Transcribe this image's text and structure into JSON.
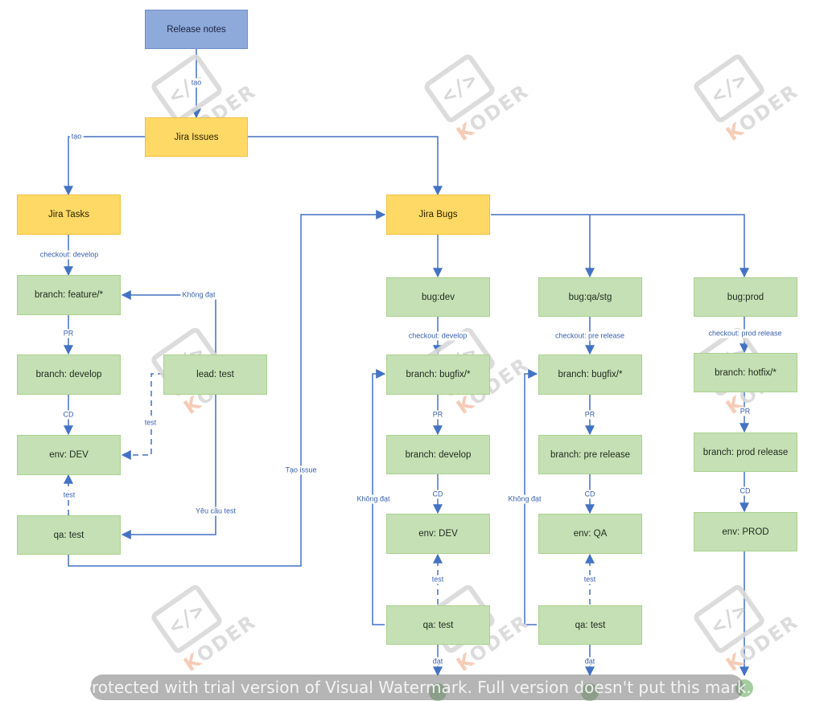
{
  "nodes": {
    "release_notes": "Release notes",
    "jira_issues": "Jira Issues",
    "jira_tasks": "Jira Tasks",
    "jira_bugs": "Jira Bugs",
    "branch_feature": "branch: feature/*",
    "branch_develop_task": "branch: develop",
    "env_dev_task": "env: DEV",
    "qa_test_task": "qa: test",
    "lead_test": "lead: test",
    "bug_dev": "bug:dev",
    "bugfix_dev": "branch: bugfix/*",
    "branch_develop_bug": "branch: develop",
    "env_dev_bug": "env: DEV",
    "qa_test_bug_dev": "qa: test",
    "bug_qa_stg": "bug:qa/stg",
    "bugfix_qa": "branch: bugfix/*",
    "branch_pre_release": "branch: pre release",
    "env_qa": "env: QA",
    "qa_test_bug_qa": "qa: test",
    "bug_prod": "bug:prod",
    "hotfix": "branch: hotfix/*",
    "branch_prod_release": "branch: prod release",
    "env_prod": "env: PROD"
  },
  "edge_labels": {
    "tao_1": "tạo",
    "tao_2": "tạo",
    "checkout_develop_task": "checkout: develop",
    "pr_task": "PR",
    "cd_task": "CD",
    "khong_dat_task": "Không đạt",
    "test_lead": "test",
    "test_qa_task": "test",
    "yeu_cau_test": "Yêu cầu test",
    "tao_issue": "Tạo issue",
    "checkout_develop_bug": "checkout: develop",
    "pr_bug_dev": "PR",
    "cd_bug_dev": "CD",
    "test_bug_dev": "test",
    "khong_dat_bug_dev": "Không đạt",
    "dat_bug_dev": "đạt",
    "checkout_pre_release": "checkout: pre release",
    "pr_bug_qa": "PR",
    "cd_bug_qa": "CD",
    "test_bug_qa": "test",
    "khong_dat_bug_qa": "Không đạt",
    "dat_bug_qa": "đạt",
    "checkout_prod_release": "checkout: prod release",
    "pr_prod": "PR",
    "cd_prod": "CD"
  },
  "watermark": {
    "brand": "KODER",
    "code_glyph": "</>",
    "trial_banner": "Protected with trial version of Visual Watermark. Full version doesn't put this mark."
  },
  "colors": {
    "edge": "#4472c4",
    "blue_node": "#8eaadb",
    "yellow_node": "#ffd966",
    "green_node": "#c5e0b4"
  }
}
